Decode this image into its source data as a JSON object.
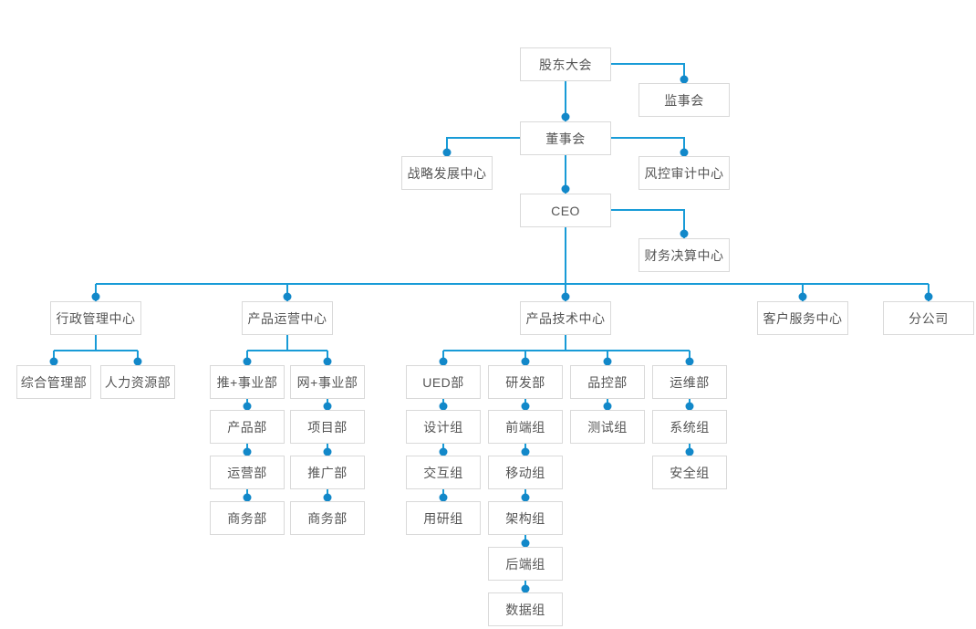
{
  "chart_type": "org-chart",
  "nodes": {
    "shareholders": "股东大会",
    "supervisory": "监事会",
    "board": "董事会",
    "strategy_center": "战略发展中心",
    "risk_audit_center": "风控审计中心",
    "ceo": "CEO",
    "finance_center": "财务决算中心",
    "admin_center": "行政管理中心",
    "ops_center": "产品运营中心",
    "tech_center": "产品技术中心",
    "service_center": "客户服务中心",
    "branch_company": "分公司",
    "general_admin_dept": "综合管理部",
    "hr_dept": "人力资源部",
    "tui_business_unit": "推+事业部",
    "wang_business_unit": "网+事业部",
    "product_dept": "产品部",
    "operation_dept": "运营部",
    "business_dept_tui": "商务部",
    "project_dept": "项目部",
    "promotion_dept": "推广部",
    "business_dept_wang": "商务部",
    "ued_dept": "UED部",
    "rd_dept": "研发部",
    "qc_dept": "品控部",
    "om_dept": "运维部",
    "design_group": "设计组",
    "interaction_group": "交互组",
    "user_research_group": "用研组",
    "frontend_group": "前端组",
    "mobile_group": "移动组",
    "architecture_group": "架构组",
    "backend_group": "后端组",
    "data_group": "数据组",
    "testing_group": "测试组",
    "system_group": "系统组",
    "security_group": "安全组"
  },
  "hierarchy": {
    "shareholders": [
      "supervisory",
      "board"
    ],
    "board": [
      "strategy_center",
      "risk_audit_center",
      "ceo"
    ],
    "ceo": [
      "finance_center",
      "admin_center",
      "ops_center",
      "tech_center",
      "service_center",
      "branch_company"
    ],
    "admin_center": [
      "general_admin_dept",
      "hr_dept"
    ],
    "ops_center": [
      "tui_business_unit",
      "wang_business_unit"
    ],
    "tui_business_unit": [
      "product_dept"
    ],
    "product_dept": [
      "operation_dept"
    ],
    "operation_dept": [
      "business_dept_tui"
    ],
    "wang_business_unit": [
      "project_dept"
    ],
    "project_dept": [
      "promotion_dept"
    ],
    "promotion_dept": [
      "business_dept_wang"
    ],
    "tech_center": [
      "ued_dept",
      "rd_dept",
      "qc_dept",
      "om_dept"
    ],
    "ued_dept": [
      "design_group"
    ],
    "design_group": [
      "interaction_group"
    ],
    "interaction_group": [
      "user_research_group"
    ],
    "rd_dept": [
      "frontend_group"
    ],
    "frontend_group": [
      "mobile_group"
    ],
    "mobile_group": [
      "architecture_group"
    ],
    "architecture_group": [
      "backend_group"
    ],
    "backend_group": [
      "data_group"
    ],
    "qc_dept": [
      "testing_group"
    ],
    "om_dept": [
      "system_group"
    ],
    "system_group": [
      "security_group"
    ]
  },
  "colors": {
    "line": "#189bd7",
    "dot": "#1288c9",
    "box_border": "#d9d9d9",
    "box_background": "#ffffff",
    "text": "#555555",
    "page_background": "#ffffff"
  }
}
